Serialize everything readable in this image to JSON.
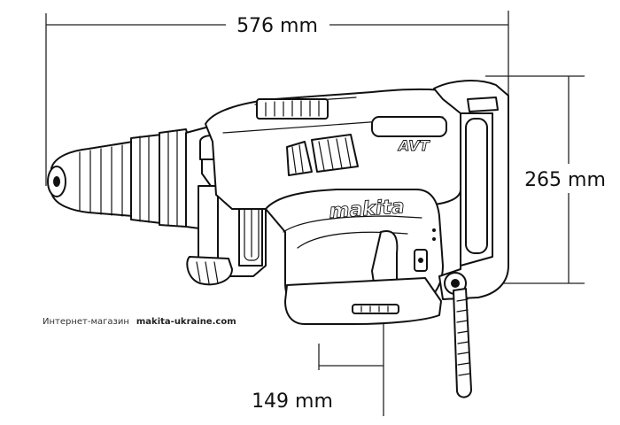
{
  "dimensions": {
    "length": "576 mm",
    "height": "265 mm",
    "center_to_side": "149 mm"
  },
  "tool": {
    "brand_logo_text": "makita",
    "badge_text": "AVT",
    "icon": "rotary-demolition-hammer-drawing"
  },
  "credit": {
    "prefix": "Интернет-магазин",
    "site": "makita-ukraine.com"
  }
}
